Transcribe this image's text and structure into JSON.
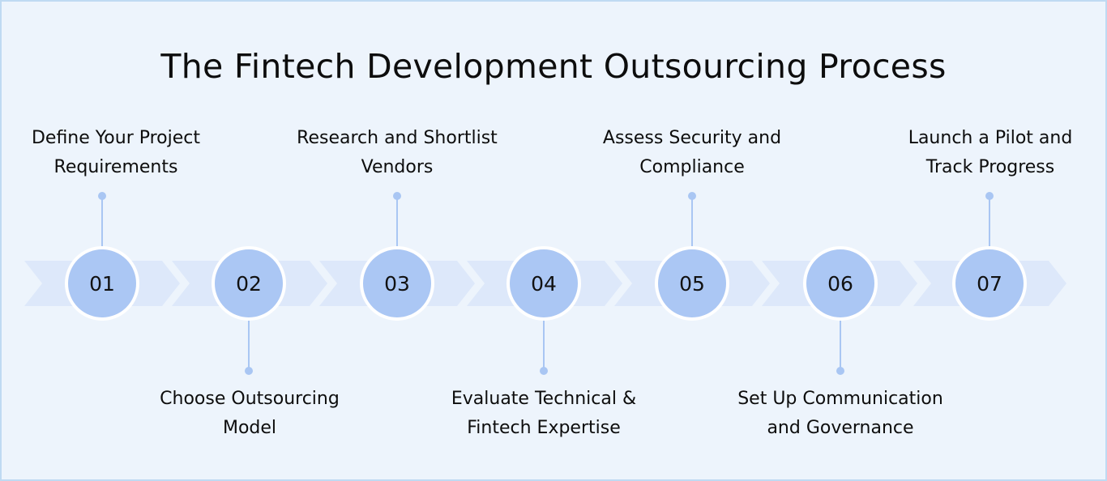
{
  "title": "The Fintech Development Outsourcing Process",
  "colors": {
    "background": "#edf4fc",
    "border": "#bfdaf2",
    "band": "#dde8fa",
    "circle": "#abc7f4",
    "connector": "#a9c6f3",
    "text": "#0d0d0d"
  },
  "steps": [
    {
      "number": "01",
      "line1": "Define Your Project",
      "line2": "Requirements",
      "position": "top"
    },
    {
      "number": "02",
      "line1": "Choose Outsourcing",
      "line2": "Model",
      "position": "bottom"
    },
    {
      "number": "03",
      "line1": "Research and Shortlist",
      "line2": "Vendors",
      "position": "top"
    },
    {
      "number": "04",
      "line1": "Evaluate Technical &",
      "line2": "Fintech Expertise",
      "position": "bottom"
    },
    {
      "number": "05",
      "line1": "Assess Security and",
      "line2": "Compliance",
      "position": "top"
    },
    {
      "number": "06",
      "line1": "Set Up Communication",
      "line2": "and Governance",
      "position": "bottom"
    },
    {
      "number": "07",
      "line1": "Launch a Pilot and",
      "line2": "Track Progress",
      "position": "top"
    }
  ]
}
